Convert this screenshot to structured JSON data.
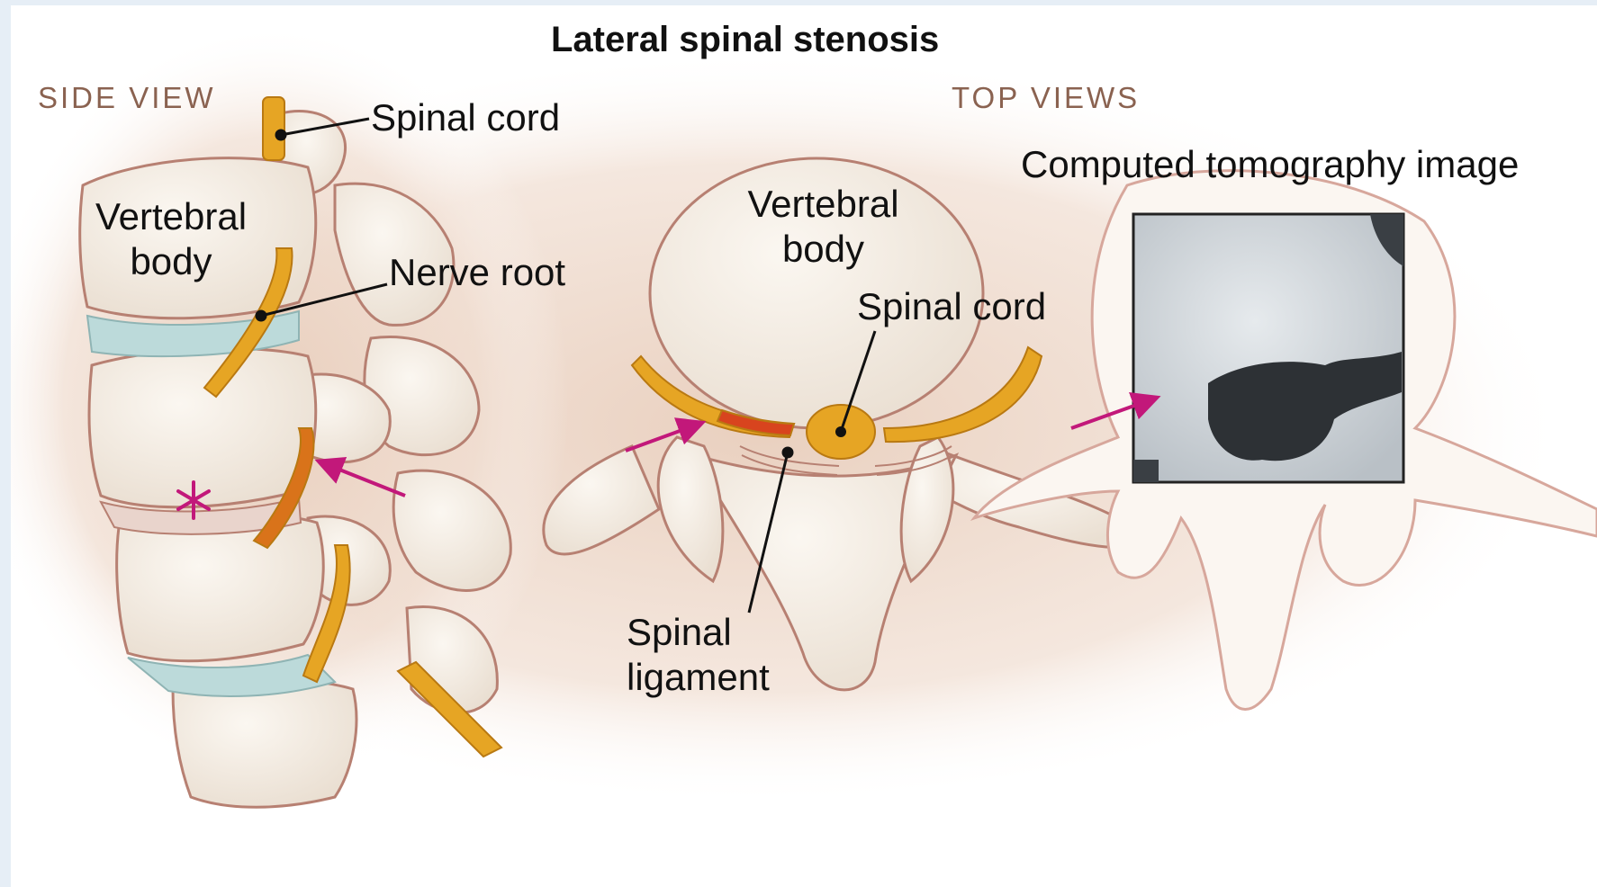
{
  "title": "Lateral spinal stenosis",
  "sections": {
    "side_view": "SIDE VIEW",
    "top_views": "TOP VIEWS"
  },
  "labels": {
    "side_spinal_cord": "Spinal cord",
    "side_vertebral_body": "Vertebral body",
    "side_nerve_root": "Nerve root",
    "top_vertebral_body": "Vertebral body",
    "top_spinal_cord": "Spinal cord",
    "top_spinal_ligament": "Spinal ligament",
    "ct_image": "Computed tomography image"
  },
  "colors": {
    "background_wash": "#efdccd",
    "bone": "#f5efe6",
    "bone_outline": "#b78072",
    "nerve": "#e6a524",
    "disc": "#bcdada",
    "arrow": "#c2187a"
  }
}
